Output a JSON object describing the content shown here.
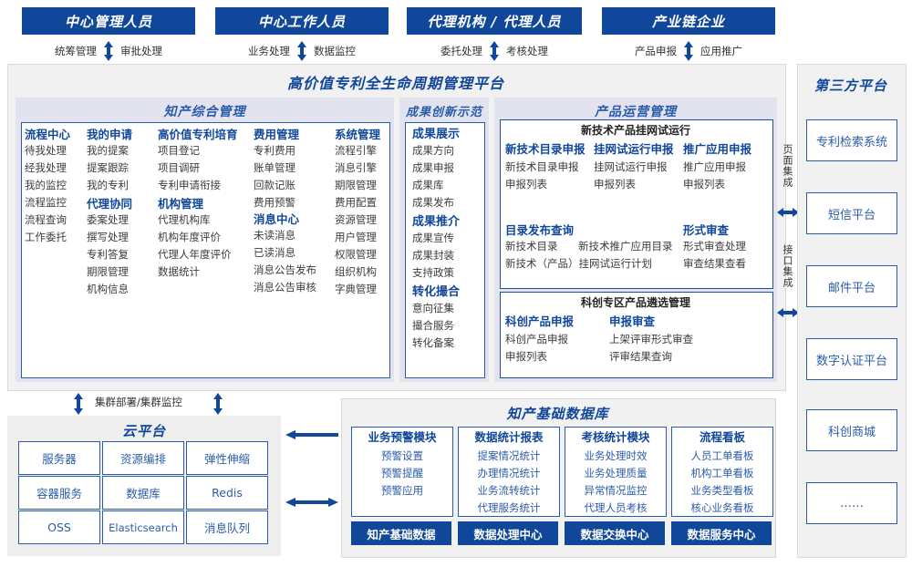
{
  "roles": [
    {
      "title": "中心管理人员",
      "left": "统筹管理",
      "right": "审批处理"
    },
    {
      "title": "中心工作人员",
      "left": "业务处理",
      "right": "数据监控"
    },
    {
      "title": "代理机构 / 代理人员",
      "left": "委托处理",
      "right": "考核处理"
    },
    {
      "title": "产业链企业",
      "left": "产品申报",
      "right": "应用推广"
    }
  ],
  "platform": {
    "title": "高价值专利全生命周期管理平台",
    "zones": {
      "zhichan": {
        "title": "知产综合管理",
        "columns": [
          {
            "groups": [
              {
                "head": "流程中心",
                "items": [
                  "待我处理",
                  "经我处理",
                  "我的监控",
                  "流程监控",
                  "流程查询",
                  "工作委托"
                ]
              }
            ]
          },
          {
            "groups": [
              {
                "head": "我的申请",
                "items": [
                  "我的提案",
                  "提案跟踪",
                  "我的专利"
                ]
              },
              {
                "head": "代理协同",
                "items": [
                  "委案处理",
                  "撰写处理",
                  "专利答复",
                  "期限管理",
                  "机构信息"
                ]
              }
            ]
          },
          {
            "groups": [
              {
                "head": "高价值专利培育",
                "items": [
                  "项目登记",
                  "项目调研",
                  "专利申请衔接"
                ]
              },
              {
                "head": "机构管理",
                "items": [
                  "代理机构库",
                  "机构年度评价",
                  "代理人年度评价",
                  "数据统计"
                ]
              }
            ]
          },
          {
            "groups": [
              {
                "head": "费用管理",
                "items": [
                  "专利费用",
                  "账单管理",
                  "回款记账",
                  "费用预警"
                ]
              },
              {
                "head": "消息中心",
                "items": [
                  "未读消息",
                  "已读消息",
                  "消息公告发布",
                  "消息公告审核"
                ]
              }
            ]
          },
          {
            "groups": [
              {
                "head": "系统管理",
                "items": [
                  "流程引擎",
                  "消息引擎",
                  "期限管理",
                  "费用配置",
                  "资源管理",
                  "用户管理",
                  "权限管理",
                  "组织机构",
                  "字典管理"
                ]
              }
            ]
          }
        ]
      },
      "chengguo": {
        "title": "成果创新示范",
        "groups": [
          {
            "head": "成果展示",
            "items": [
              "成果方向",
              "成果申报",
              "成果库",
              "成果发布"
            ]
          },
          {
            "head": "成果推介",
            "items": [
              "成果宣传",
              "成果封装",
              "支持政策"
            ]
          },
          {
            "head": "转化撮合",
            "items": [
              "意向征集",
              "撮合服务",
              "转化备案"
            ]
          }
        ]
      },
      "chanpin": {
        "title": "产品运营管理",
        "cards": [
          {
            "title": "新技术产品挂网试运行",
            "row1": [
              {
                "head": "新技术目录申报",
                "items": [
                  "新技术目录申报",
                  "申报列表"
                ]
              },
              {
                "head": "挂网试运行申报",
                "items": [
                  "挂网试运行申报",
                  "申报列表"
                ]
              },
              {
                "head": "推广应用申报",
                "items": [
                  "推广应用申报",
                  "申报列表"
                ]
              }
            ],
            "row2": [
              {
                "head": "目录发布查询",
                "items": [
                  "新技术目录",
                  "新技术推广应用目录",
                  "新技术（产品）挂网试运行计划"
                ]
              },
              {
                "head": "形式审查",
                "items": [
                  "形式审查处理",
                  "审查结果查看"
                ]
              }
            ]
          },
          {
            "title": "科创专区产品遴选管理",
            "row1": [
              {
                "head": "科创产品申报",
                "items": [
                  "科创产品申报",
                  "申报列表"
                ]
              },
              {
                "head": "申报审查",
                "items": [
                  "上架评审形式审查",
                  "评审结果查询"
                ]
              }
            ]
          }
        ]
      }
    }
  },
  "integration": {
    "page": "页面集成",
    "api": "接口集成"
  },
  "third_party": {
    "title": "第三方平台",
    "items": [
      "专利检索系统",
      "短信平台",
      "邮件平台",
      "数字认证平台",
      "科创商城",
      "……"
    ]
  },
  "cluster_label": "集群部署/集群监控",
  "cloud": {
    "title": "云平台",
    "items": [
      "服务器",
      "资源编排",
      "弹性伸缩",
      "容器服务",
      "数据库",
      "Redis",
      "OSS",
      "Elasticsearch",
      "消息队列"
    ]
  },
  "database": {
    "title": "知产基础数据库",
    "cards": [
      {
        "title": "业务预警模块",
        "items": [
          "预警设置",
          "预警提醒",
          "预警应用"
        ],
        "footer": "知产基础数据"
      },
      {
        "title": "数据统计报表",
        "items": [
          "提案情况统计",
          "办理情况统计",
          "业务流转统计",
          "代理服务统计"
        ],
        "footer": "数据处理中心"
      },
      {
        "title": "考核统计模块",
        "items": [
          "业务处理时效",
          "业务处理质量",
          "异常情况监控",
          "代理人员考核"
        ],
        "footer": "数据交换中心"
      },
      {
        "title": "流程看板",
        "items": [
          "人员工单看板",
          "机构工单看板",
          "业务类型看板",
          "核心业务看板"
        ],
        "footer": "数据服务中心"
      }
    ]
  },
  "colors": {
    "brand_dark": "#11479a",
    "brand": "#2a5caa",
    "zone_bg": "#e2e3ee",
    "frame_bg": "#f1f1f1"
  }
}
